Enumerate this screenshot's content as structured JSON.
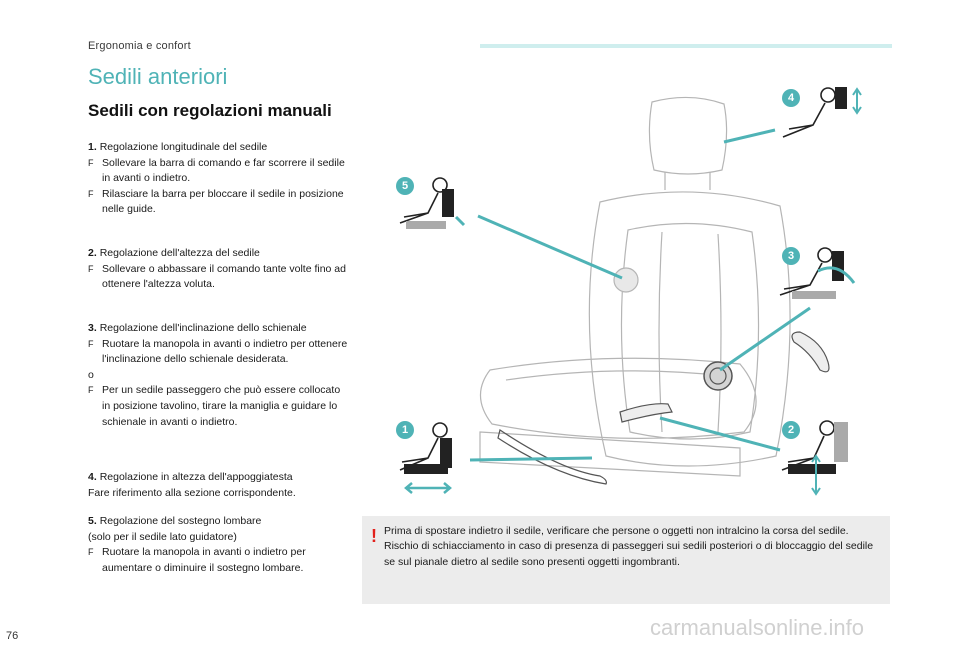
{
  "header": {
    "section": "Ergonomia e confort"
  },
  "title": "Sedili anteriori",
  "subtitle": "Sedili con regolazioni manuali",
  "items": {
    "i1": {
      "num": "1.",
      "title": "Regolazione longitudinale del sedile",
      "b1": "Sollevare la barra di comando e far scorrere il sedile in avanti o indietro.",
      "b2": "Rilasciare la barra per bloccare il sedile in posizione nelle guide."
    },
    "i2": {
      "num": "2.",
      "title": "Regolazione dell'altezza del sedile",
      "b1": "Sollevare o abbassare il comando tante volte fino ad ottenere l'altezza voluta."
    },
    "i3": {
      "num": "3.",
      "title": "Regolazione dell'inclinazione dello schienale",
      "b1": "Ruotare la manopola in avanti o indietro per ottenere l'inclinazione dello schienale desiderata.",
      "or": "o",
      "b2": "Per un sedile passeggero che può essere collocato in posizione tavolino, tirare la maniglia e guidare lo schienale in avanti o indietro."
    },
    "i4": {
      "num": "4.",
      "title": "Regolazione in altezza dell'appoggiatesta",
      "text": "Fare riferimento alla sezione corrispondente."
    },
    "i5": {
      "num": "5.",
      "title": "Regolazione del sostegno lombare",
      "note": "(solo per il sedile lato guidatore)",
      "b1": "Ruotare la manopola in avanti o indietro per aumentare o diminuire il sostegno lombare."
    }
  },
  "bullet_marker": "F",
  "warning": {
    "icon": "!",
    "line1": "Prima di spostare indietro il sedile, verificare che persone o oggetti non intralcino la corsa del sedile.",
    "line2": "Rischio di schiacciamento in caso di presenza di passeggeri sui sedili posteriori o di bloccaggio del sedile se sul pianale dietro al sedile sono presenti oggetti ingombranti."
  },
  "callouts": [
    "1",
    "2",
    "3",
    "4",
    "5"
  ],
  "page_number": "76",
  "footer": "carmanualsonline.info",
  "colors": {
    "accent": "#4fb3b6",
    "warning_bg": "#ececec",
    "warning_icon": "#e2211c"
  }
}
